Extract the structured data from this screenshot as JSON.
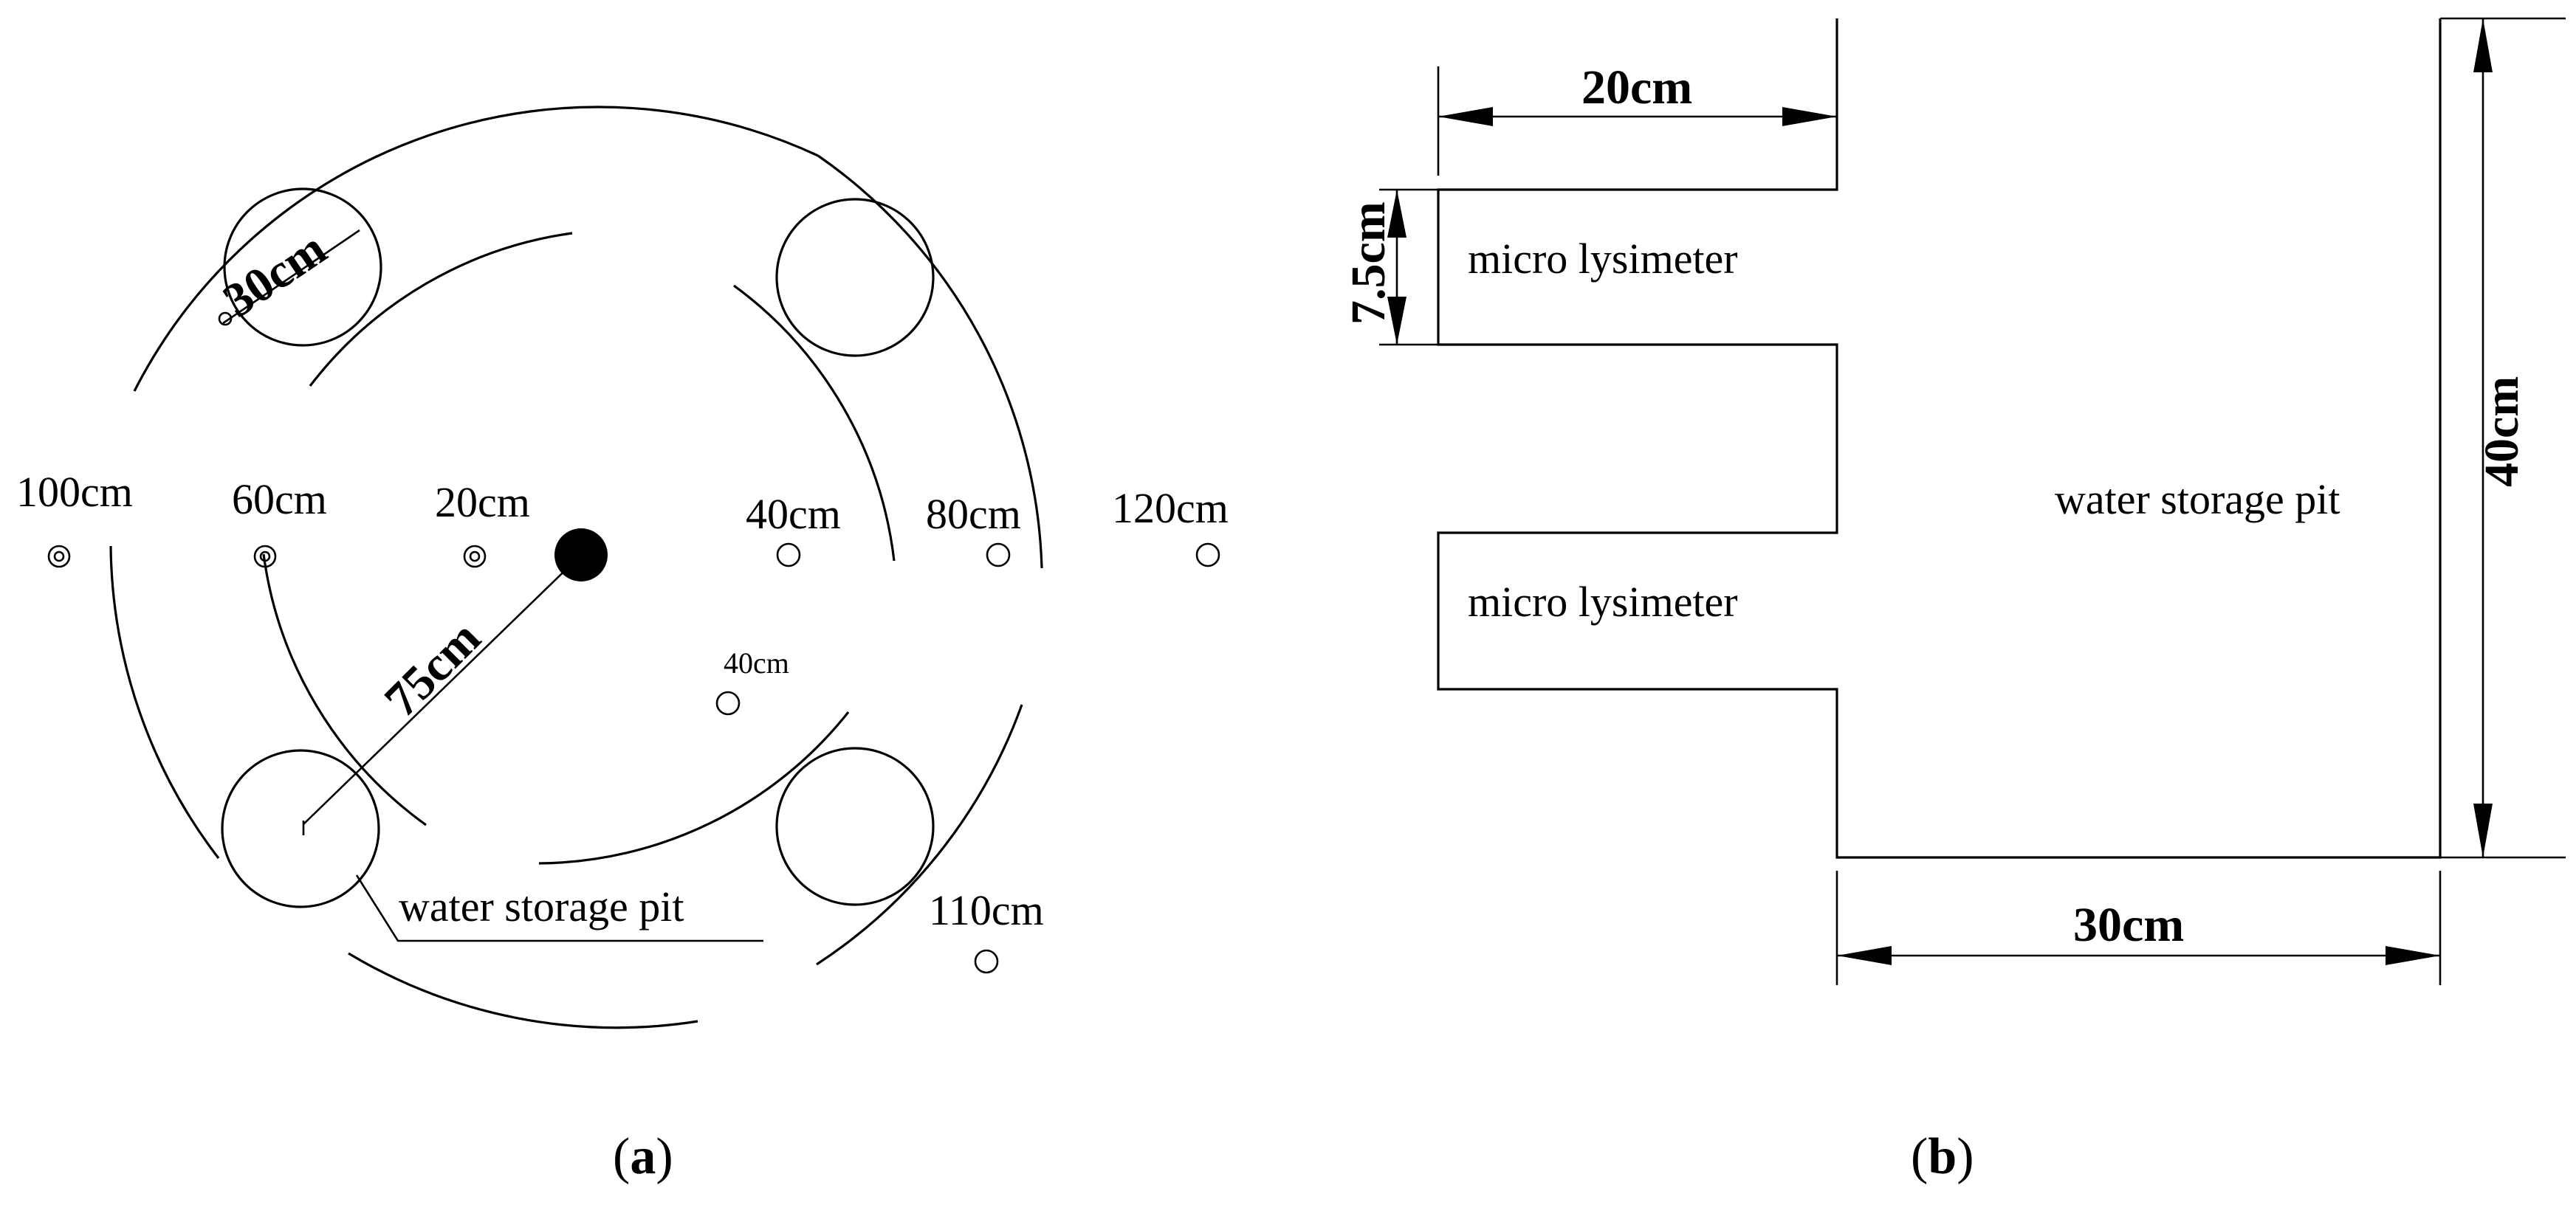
{
  "panel_a": {
    "caption_prefix": "(",
    "caption_letter": "a",
    "caption_suffix": ")",
    "distance_labels": [
      "100cm",
      "60cm",
      "20cm",
      "40cm",
      "80cm",
      "120cm",
      "40cm",
      "110cm"
    ],
    "lysimeter_diameter_label": "30cm",
    "radius_label": "75cm",
    "pit_label": "water storage pit"
  },
  "panel_b": {
    "caption_prefix": "(",
    "caption_letter": "b",
    "caption_suffix": ")",
    "top_width_label": "20cm",
    "lysimeter_height_label": "7.5cm",
    "total_height_label": "40cm",
    "bottom_width_label": "30cm",
    "lysimeter_labels": [
      "micro lysimeter",
      "micro lysimeter"
    ],
    "pit_label": "water storage pit"
  }
}
